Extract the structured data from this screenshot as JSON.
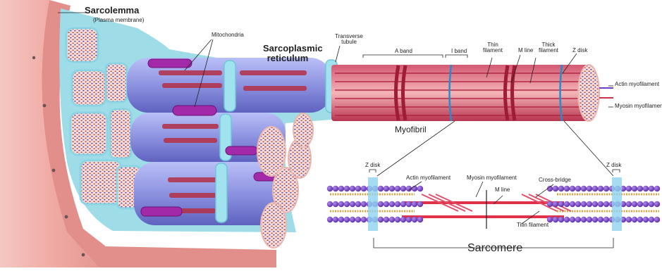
{
  "labels": {
    "sarcolemma": "Sarcolemma",
    "plasma_membrane": "(Plasma membrane)",
    "mitochondria": "Mitochondria",
    "sarcoplasmic_line1": "Sarcoplasmic",
    "sarcoplasmic_line2": "reticulum",
    "transverse_line1": "Transverse",
    "transverse_line2": "tubule",
    "a_band": "A band",
    "i_band": "I band",
    "thin_filament_line1": "Thin",
    "thin_filament_line2": "filament",
    "m_line_top": "M line",
    "thick_filament_line1": "Thick",
    "thick_filament_line2": "filament",
    "z_disk_top": "Z disk",
    "actin_myofilament_right": "Actin myofilament",
    "myosin_myofilament_right": "Myosin myofilament",
    "myofibril": "Myofibril",
    "z_disk_left": "Z disk",
    "z_disk_right": "Z disk",
    "actin_myofilament_bottom": "Actin myofilament",
    "myosin_myofilament_bottom": "Myosin myofilament",
    "m_line_bottom": "M line",
    "cross_bridge": "Cross-bridge",
    "titin_filament": "Titin filament",
    "sarcomere": "Sarcomere"
  },
  "colors": {
    "sarcolemma_pink": "#f1b3ae",
    "sarcolemma_dark": "#d9837f",
    "cytoplasm_cyan": "#9fdde8",
    "myofibril_red": "#c8324a",
    "myofibril_light": "#f2a3a8",
    "myofibril_purple": "#8a8fe0",
    "mitochondria_magenta": "#a22aa8",
    "actin_purple": "#7b3fc6",
    "myosin_red": "#e0304a",
    "titin_gold": "#d9a54a",
    "zdisk_blue": "#55b7e6"
  }
}
